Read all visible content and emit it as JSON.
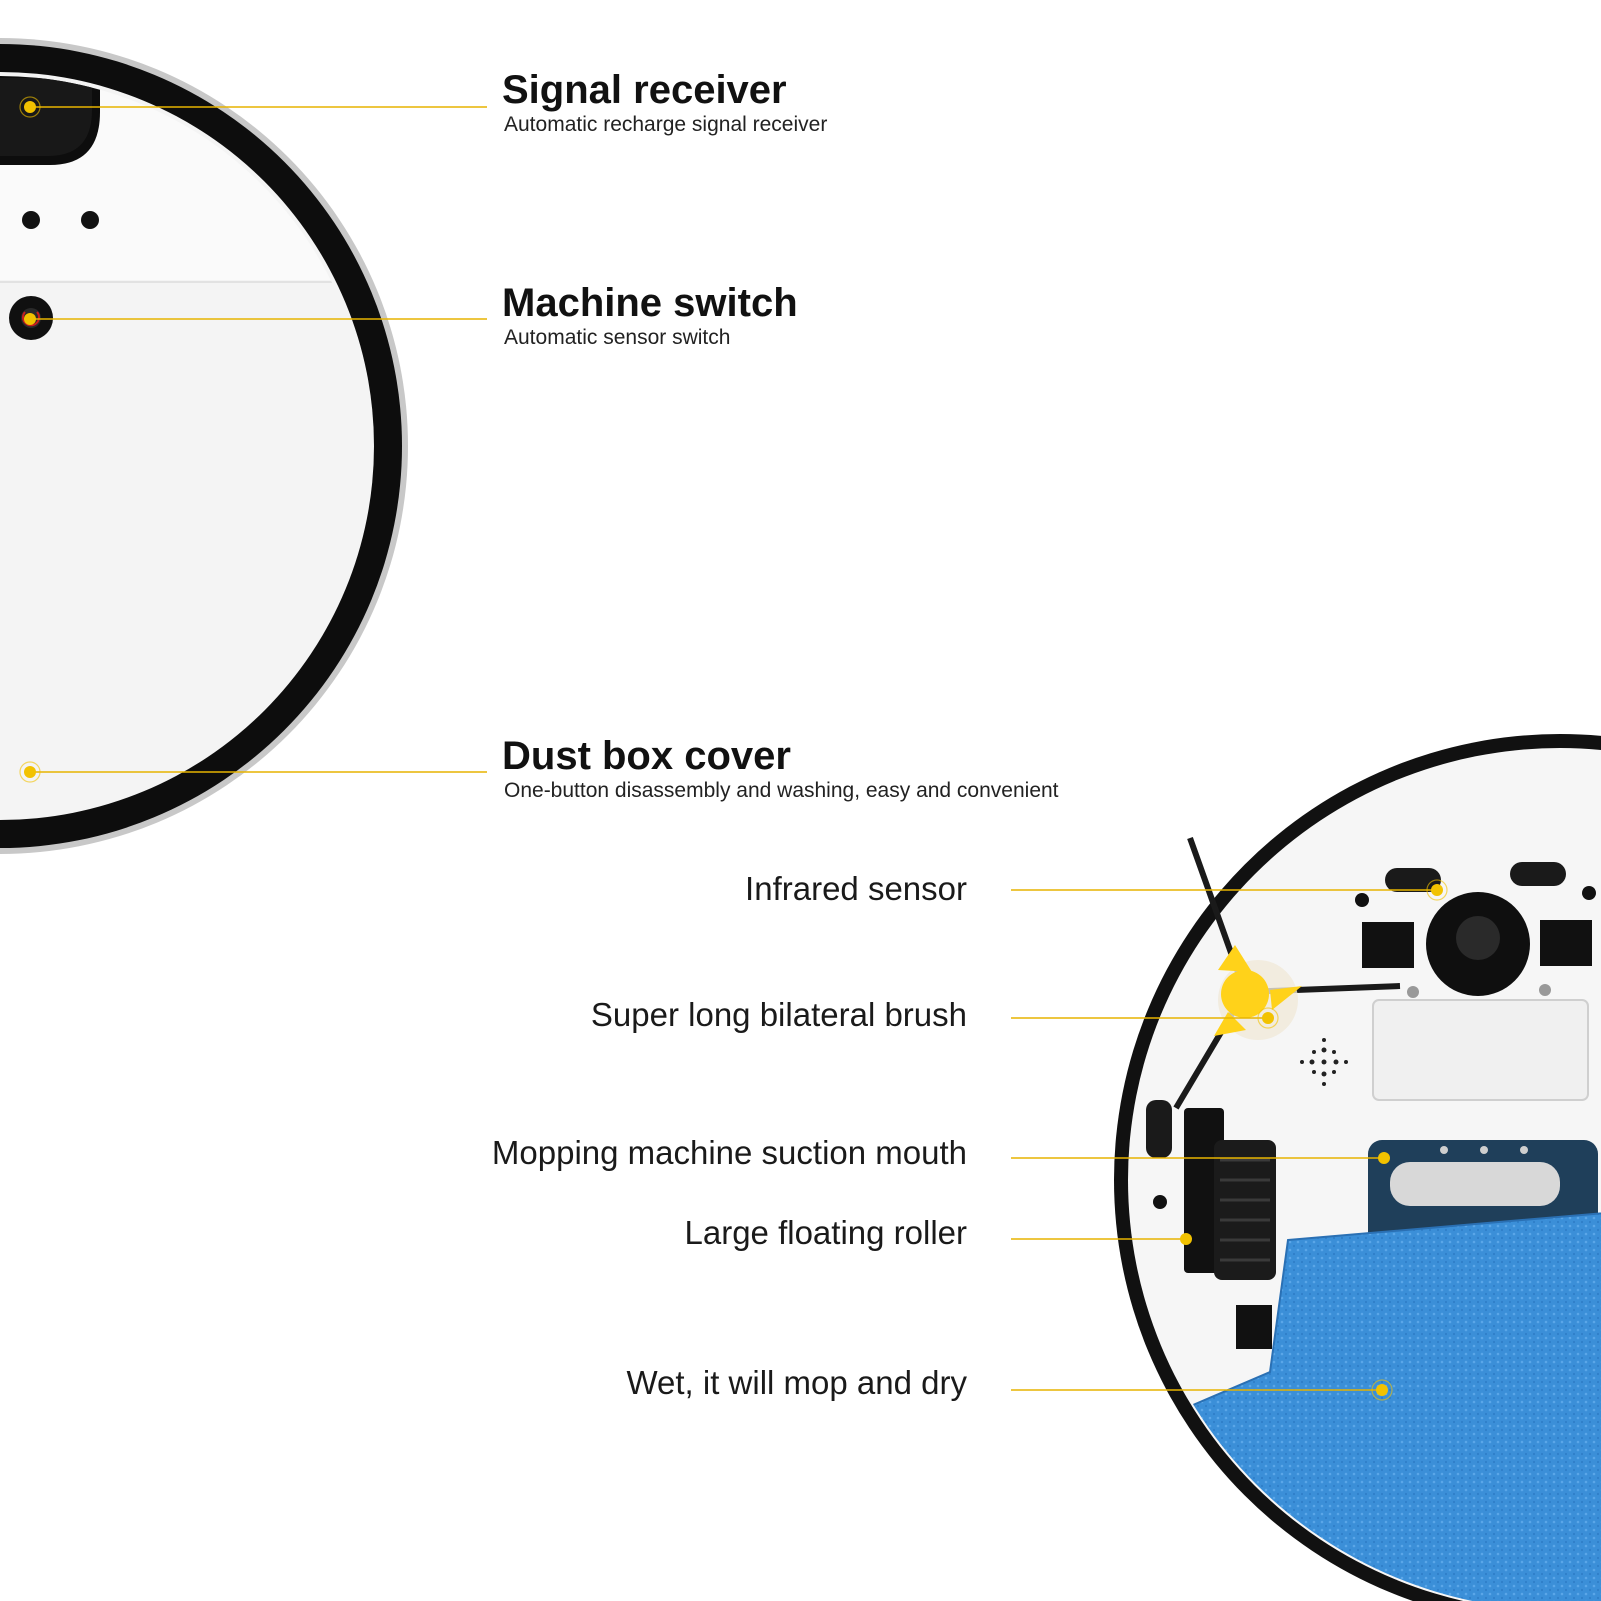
{
  "top_callouts": [
    {
      "title": "Signal receiver",
      "subtitle": "Automatic recharge signal receiver"
    },
    {
      "title": "Machine switch",
      "subtitle": "Automatic sensor switch"
    },
    {
      "title": "Dust box cover",
      "subtitle": "One-button disassembly and washing, easy and convenient"
    }
  ],
  "bottom_labels": [
    "Infrared sensor",
    "Super long bilateral brush",
    "Mopping machine suction mouth",
    "Large floating roller",
    "Wet, it will mop and dry"
  ],
  "colors": {
    "leader_line": "#e7b400",
    "marker": "#f2c200",
    "robot_body": "#f4f4f4",
    "robot_rim": "#111111",
    "brush_hub": "#ffd21a",
    "mop_pad": "#3b8fd8"
  }
}
